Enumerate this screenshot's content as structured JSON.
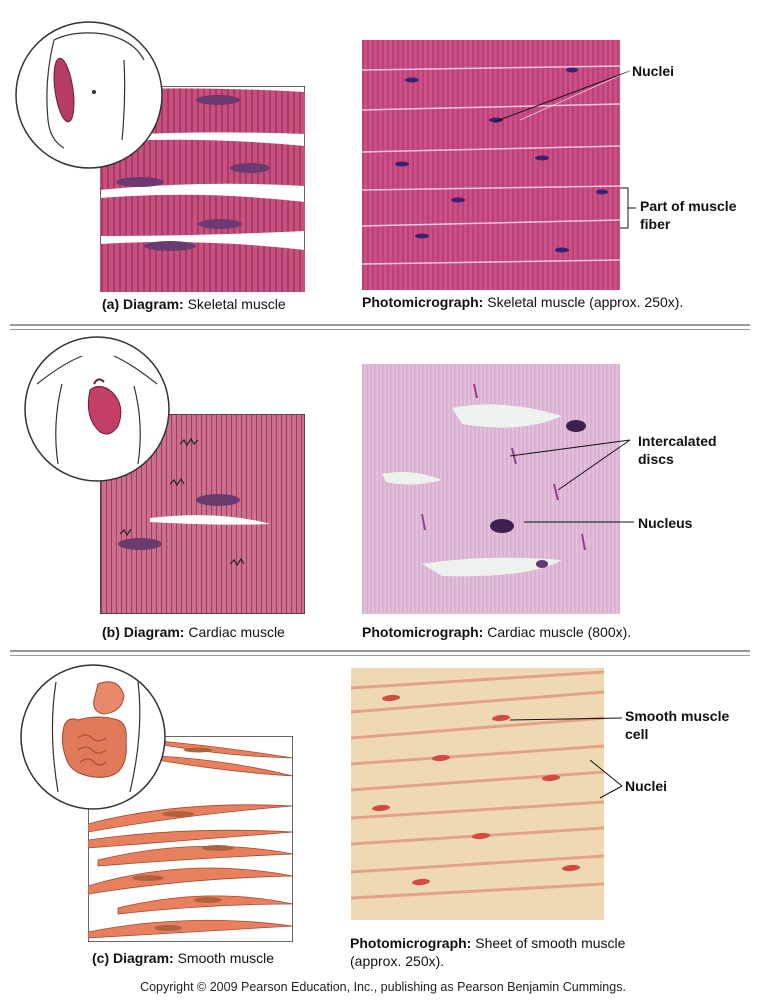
{
  "figure": {
    "copyright": "Copyright © 2009 Pearson Education, Inc., publishing as Pearson Benjamin Cummings."
  },
  "panels": [
    {
      "letter": "(a)",
      "diagram_caption_bold": "Diagram:",
      "diagram_caption": "Skeletal muscle",
      "photo_caption_bold": "Photomicrograph:",
      "photo_caption": "Skeletal muscle (approx. 250x).",
      "callouts": [
        "Nuclei",
        "Part of muscle fiber"
      ]
    },
    {
      "letter": "(b)",
      "diagram_caption_bold": "Diagram:",
      "diagram_caption": "Cardiac muscle",
      "photo_caption_bold": "Photomicrograph:",
      "photo_caption": "Cardiac muscle (800x).",
      "callouts": [
        "Intercalated discs",
        "Nucleus"
      ]
    },
    {
      "letter": "(c)",
      "diagram_caption_bold": "Diagram:",
      "diagram_caption": "Smooth muscle",
      "photo_caption_bold": "Photomicrograph:",
      "photo_caption": "Sheet of smooth muscle",
      "photo_caption_line2": "(approx. 250x).",
      "callouts": [
        "Smooth muscle cell",
        "Nuclei"
      ]
    }
  ],
  "colors": {
    "skeletal": "#c8507e",
    "cardiac_diagram": "#c86a8a",
    "cardiac_photo": "#e7c6e0",
    "smooth_diagram": "#e8805e",
    "smooth_photo": "#eed9b4",
    "nucleus": "#6a3a70"
  }
}
